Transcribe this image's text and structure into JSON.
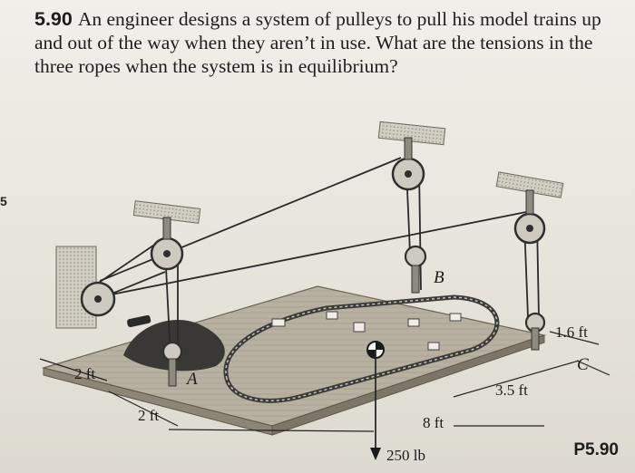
{
  "problem": {
    "number": "5.90",
    "text": "An engineer designs a system of pulleys to pull his model trains up and out of the way when they aren’t in use. What are the tensions in the three ropes when the system is in equilibrium?"
  },
  "figure": {
    "labels": {
      "point_a": "A",
      "point_b": "B",
      "point_c": "C",
      "dim_left_upper": "2 ft",
      "dim_left_lower": "2 ft",
      "dim_bottom": "8 ft",
      "dim_right_width": "3.5 ft",
      "dim_right_height": "1.6 ft",
      "weight": "250 lb"
    },
    "figure_id": "P5.90"
  },
  "colors": {
    "text": "#1d1d1d",
    "rope": "#2a2a2a",
    "wood": "#b9b2a2",
    "pulley": "#6d6d6d"
  }
}
